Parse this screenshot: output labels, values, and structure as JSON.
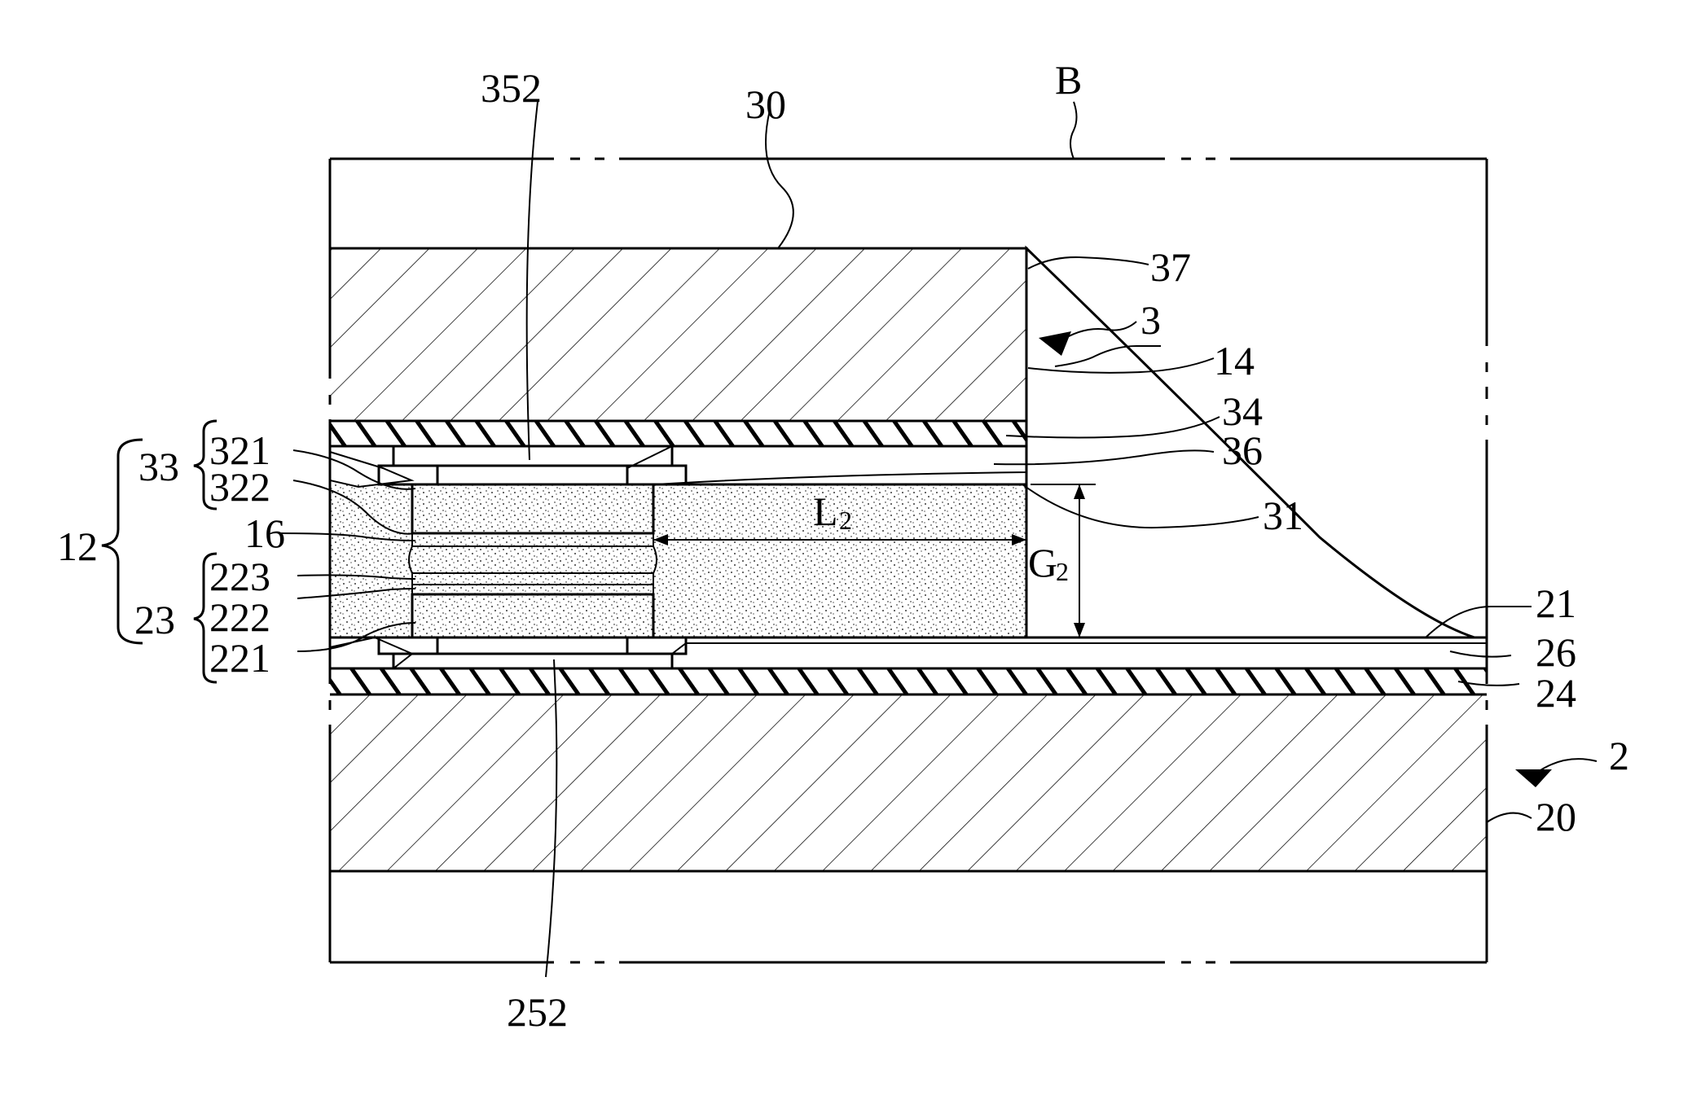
{
  "figure": {
    "section_label": "B",
    "labels": {
      "l352": "352",
      "l30": "30",
      "l37": "37",
      "l3": "3",
      "l14": "14",
      "l34": "34",
      "l36": "36",
      "l31": "31",
      "l21": "21",
      "l26": "26",
      "l24": "24",
      "l2": "2",
      "l20": "20",
      "l252": "252",
      "l33": "33",
      "l321": "321",
      "l322": "322",
      "l12": "12",
      "l16": "16",
      "l23": "23",
      "l223": "223",
      "l222": "222",
      "l221": "221"
    },
    "dimensions": {
      "length": {
        "letter": "L",
        "subscript": "2"
      },
      "gap": {
        "letter": "G",
        "subscript": "2"
      }
    }
  }
}
